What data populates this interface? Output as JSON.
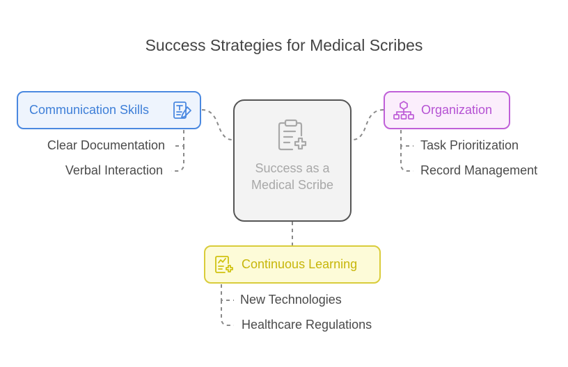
{
  "title": "Success Strategies for Medical Scribes",
  "center": {
    "label": "Success as a Medical Scribe",
    "icon": "clipboard-plus-icon"
  },
  "branches": {
    "communication": {
      "label": "Communication Skills",
      "icon": "document-edit-icon",
      "color": "#4a88e0",
      "items": [
        "Clear Documentation",
        "Verbal Interaction"
      ]
    },
    "organization": {
      "label": "Organization",
      "icon": "hierarchy-icon",
      "color": "#bf5fd8",
      "items": [
        "Task Prioritization",
        "Record Management"
      ]
    },
    "learning": {
      "label": "Continuous Learning",
      "icon": "chart-document-icon",
      "color": "#d9cc3a",
      "items": [
        "New Technologies",
        "Healthcare Regulations"
      ]
    }
  }
}
